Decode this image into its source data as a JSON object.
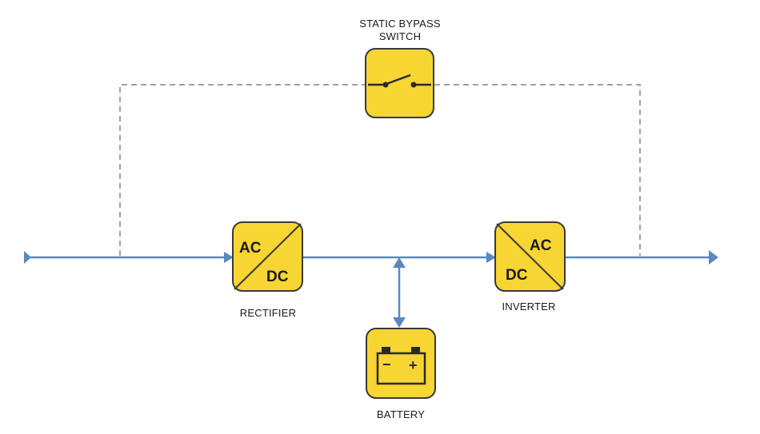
{
  "diagram": {
    "bypass": {
      "label_line1": "STATIC BYPASS",
      "label_line2": "SWITCH"
    },
    "rectifier": {
      "input": "AC",
      "output": "DC",
      "label": "RECTIFIER"
    },
    "inverter": {
      "input": "DC",
      "output": "AC",
      "label": "INVERTER"
    },
    "battery": {
      "label": "BATTERY",
      "minus": "−",
      "plus": "+"
    }
  },
  "colors": {
    "block_fill": "#f7d533",
    "block_border": "#3a3a3a",
    "line": "#5b88c0",
    "dashed": "#9aa4ae",
    "text": "#1a1a1a"
  },
  "icons": [
    "switch-icon",
    "battery-icon"
  ]
}
